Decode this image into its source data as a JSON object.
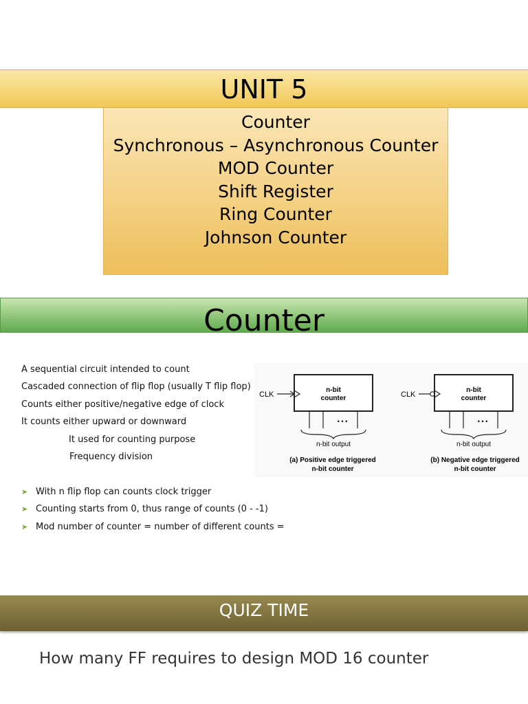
{
  "unit": {
    "title": "UNIT 5"
  },
  "topics": [
    "Counter",
    "Synchronous – Asynchronous Counter",
    "MOD Counter",
    "Shift Register",
    "Ring Counter",
    "Johnson Counter"
  ],
  "counter_section": {
    "title": "Counter",
    "lines": [
      "A sequential circuit intended to count",
      "Cascaded connection of flip flop (usually T flip flop)",
      "Counts either positive/negative edge of clock",
      "It counts either upward or downward",
      "It used for counting purpose",
      "Frequency division"
    ],
    "arrow_bullets": [
      "With n flip flop can counts clock trigger",
      "Counting starts from 0, thus range of counts (0 - -1)",
      "Mod number of counter = number of different counts ="
    ]
  },
  "diagram": {
    "left": {
      "clk": "CLK",
      "block_line1": "n-bit",
      "block_line2": "counter",
      "output": "n-bit output",
      "dots": "• • •",
      "caption_line1": "(a) Positive edge triggered",
      "caption_line2": "n-bit counter"
    },
    "right": {
      "clk": "CLK",
      "block_line1": "n-bit",
      "block_line2": "counter",
      "output": "n-bit output",
      "dots": "• • •",
      "caption_line1": "(b) Negative edge triggered",
      "caption_line2": "n-bit counter"
    }
  },
  "quiz": {
    "title": "QUIZ TIME",
    "question": "How many FF requires to design MOD 16 counter"
  },
  "colors": {
    "unit_bar": "#f1c857",
    "topics_box": "#eebf5a",
    "counter_bar": "#5faa4c",
    "quiz_bar": "#7d7040",
    "arrow": "#7aa83a"
  }
}
